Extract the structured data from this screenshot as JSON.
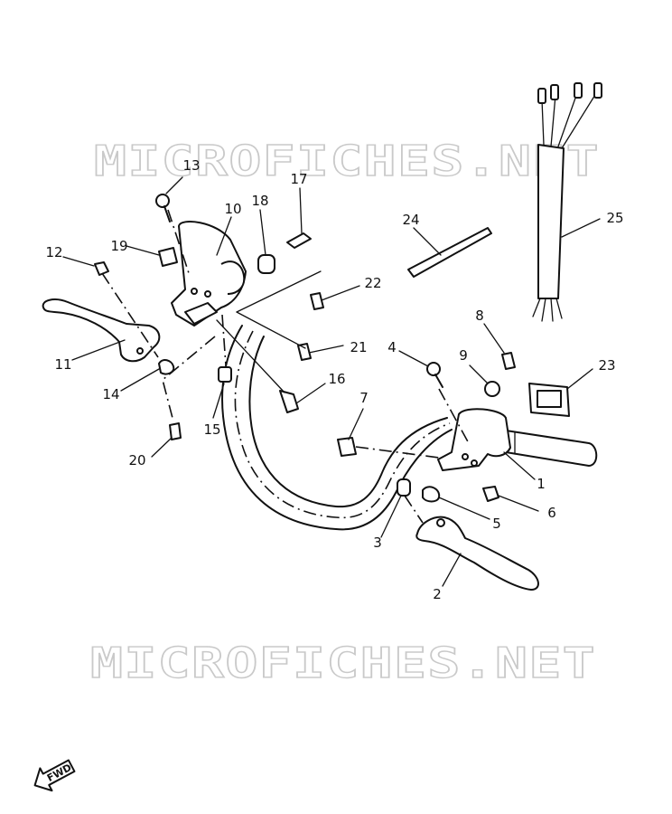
{
  "watermark": "MICROFICHES.NET",
  "fwd_label": "FWD",
  "callouts": [
    "1",
    "2",
    "3",
    "4",
    "5",
    "6",
    "7",
    "8",
    "9",
    "10",
    "11",
    "12",
    "13",
    "14",
    "15",
    "16",
    "17",
    "18",
    "19",
    "20",
    "21",
    "22",
    "23",
    "24",
    "25"
  ]
}
